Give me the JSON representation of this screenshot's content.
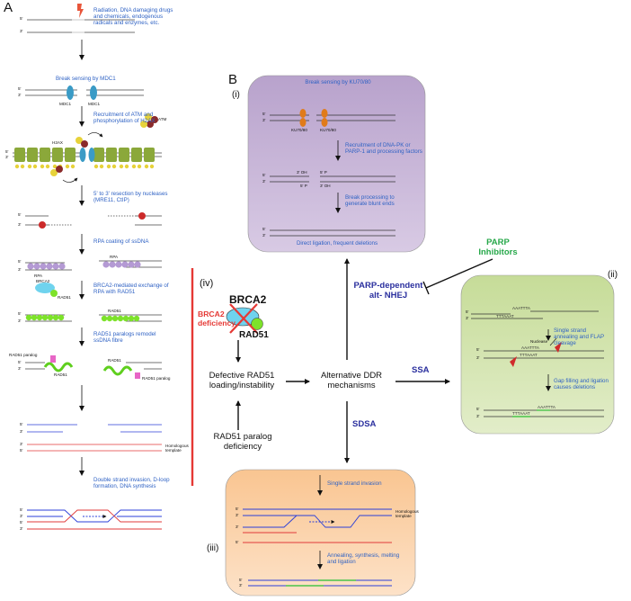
{
  "panelA": {
    "letter": "A",
    "steps": [
      "Radiation, DNA damaging drugs and chemicals, endogenous radicals and enzymes, etc.",
      "Break sensing by MDC1",
      "Recruitment of ATM and phosphorylation of H2AX",
      "5' to 3' resection by nucleases (MRE11, CtIP)",
      "RPA coating of ssDNA",
      "BRCA2-mediated exchange of RPA with RAD51",
      "RAD51 paralogs remodel ssDNA fibre",
      "Double strand invasion, D-loop formation, DNA synthesis"
    ],
    "labels": {
      "five": "5'",
      "three": "3'",
      "mdc1": "MDC1",
      "atm": "ATM",
      "h2ax": "H2AX",
      "rpa": "RPA",
      "brca2": "BRCA2",
      "rad51": "RAD51",
      "rad51_paralog": "RAD51 paralog",
      "homologous_template": "Homologous template"
    }
  },
  "panelB": {
    "letter": "B",
    "center": {
      "brca2_deficiency": "BRCA2 deficiency",
      "brca2": "BRCA2",
      "rad51": "RAD51",
      "defective": "Defective RAD51 loading/instability",
      "paralog_deficiency": "RAD51 paralog deficiency",
      "alternative": "Alternative DDR mechanisms",
      "parp_alt_nhej": "PARP-dependent alt- NHEJ",
      "ssa": "SSA",
      "sdsa": "SDSA",
      "parp_inhibitors": "PARP Inhibitors",
      "roman_iv": "(iv)"
    },
    "box_i": {
      "roman": "(i)",
      "t1": "Break sensing by KU70/80",
      "t2": "Recruitment of DNA-PK or PARP-1 and processing factors",
      "t3": "Break processing to generate blunt ends",
      "t4": "Direct ligation, frequent deletions",
      "ku": "KU70/80",
      "oh3": "3' OH",
      "p5": "5' P"
    },
    "box_ii": {
      "roman": "(ii)",
      "t1": "Single strand annealing and FLAP cleavage",
      "t2": "Gap filling and ligation causes deletions",
      "nuclease": "Nuclease",
      "seq1": "AAATTTA",
      "seq2": "TTTAAAT"
    },
    "box_iii": {
      "roman": "(iii)",
      "t1": "Single strand invasion",
      "t2": "Annealing, synthesis, melting and ligation",
      "homologous_template": "Homologous template"
    }
  },
  "colors": {
    "blue_text": "#2f62c4",
    "red_bar": "#e53935",
    "green_text": "#27a84a",
    "box_i": "#c9b7d9",
    "box_ii": "#d4e4b0",
    "box_iii": "#fbd6b0"
  }
}
